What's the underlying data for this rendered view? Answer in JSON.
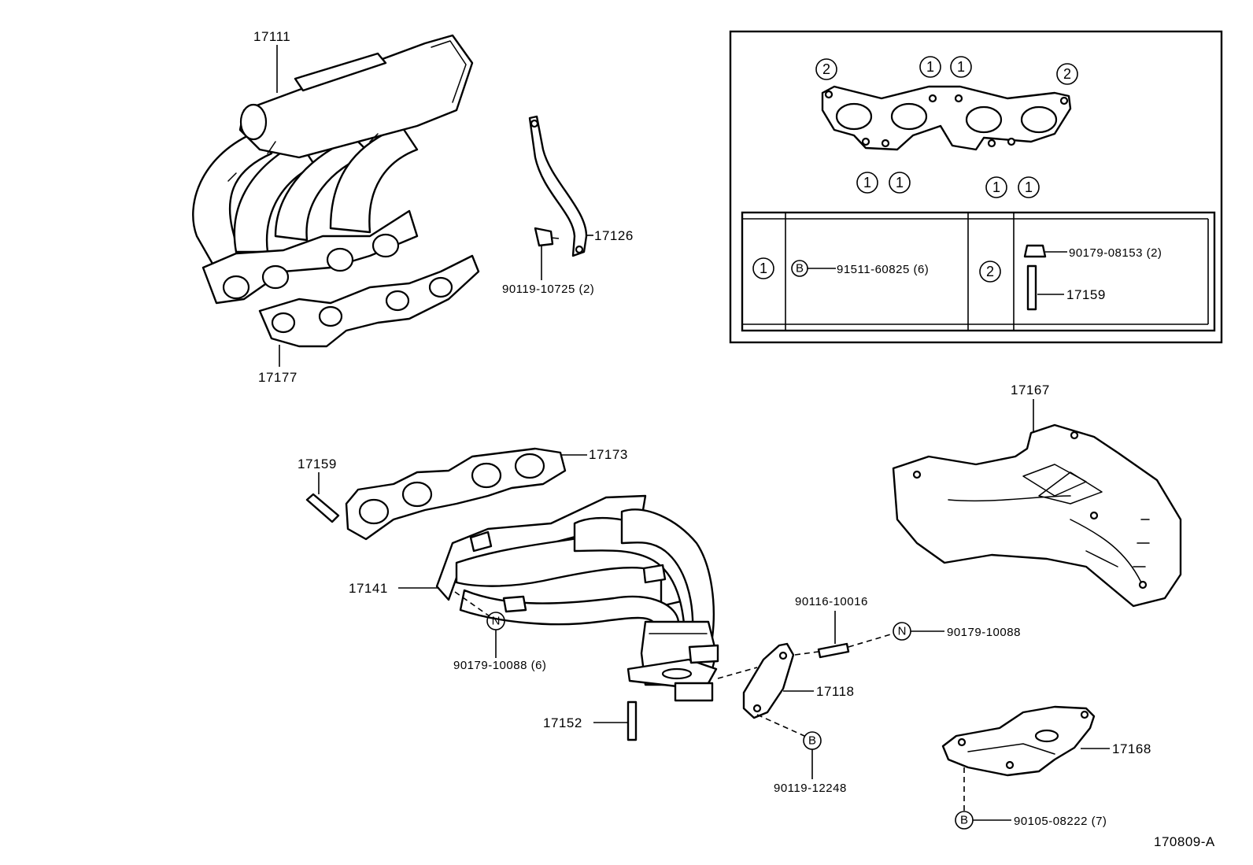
{
  "diagram_id": "170809-A",
  "parts": {
    "intake_manifold": "17111",
    "manifold_gasket_upper": "17177",
    "stay": "17126",
    "stay_bolt": "90119-10725 (2)",
    "stud_left": "17159",
    "exhaust_gasket": "17173",
    "exhaust_manifold": "17141",
    "manifold_nut": "90179-10088 (6)",
    "stud_bottom": "17152",
    "bracket_stud": "90116-10016",
    "bracket_nut": "90179-10088",
    "bracket": "17118",
    "bracket_bolt": "90119-12248",
    "heat_insulator_upper": "17167",
    "heat_insulator_lower": "17168",
    "insulator_bolt": "90105-08222 (7)"
  },
  "symbols": {
    "n": "N",
    "b": "B",
    "one": "1",
    "two": "2"
  },
  "legend": {
    "row1_part": "91511-60825 (6)",
    "row2_nut": "90179-08153 (2)",
    "row2_stud": "17159"
  }
}
